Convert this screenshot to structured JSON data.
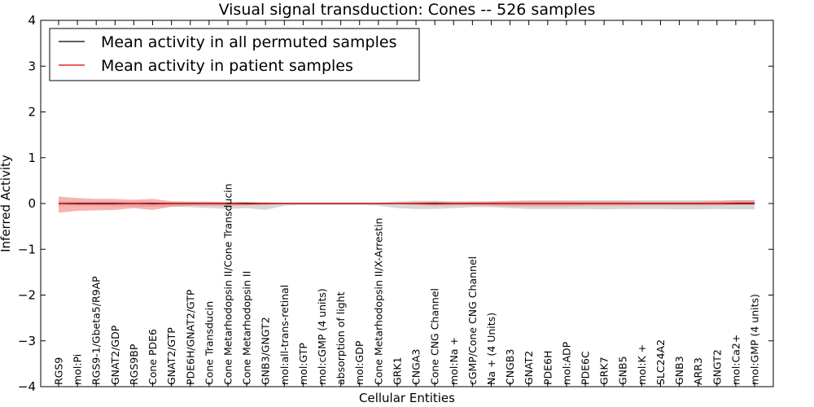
{
  "chart_data": {
    "type": "line",
    "title": "Visual signal transduction: Cones -- 526 samples",
    "xlabel": "Cellular Entities",
    "ylabel": "Inferred Activity",
    "ylim": [
      -4,
      4
    ],
    "yticks": [
      -4,
      -3,
      -2,
      -1,
      0,
      1,
      2,
      3,
      4
    ],
    "ytick_labels": [
      "−4",
      "−3",
      "−2",
      "−1",
      "0",
      "1",
      "2",
      "3",
      "4"
    ],
    "grid": false,
    "legend_position": "top-left",
    "categories": [
      "RGS9",
      "mol:Pi",
      "RGS9-1/Gbeta5/R9AP",
      "GNAT2/GDP",
      "RGS9BP",
      "Cone PDE6",
      "GNAT2/GTP",
      "PDE6H/GNAT2/GTP",
      "Cone Transducin",
      "Cone Metarhodopsin II/Cone Transducin",
      "Cone Metarhodopsin II",
      "GNB3/GNGT2",
      "mol:all-trans-retinal",
      "mol:GTP",
      "mol:cGMP (4 units)",
      "absorption of light",
      "mol:GDP",
      "Cone Metarhodopsin II/X-Arrestin",
      "GRK1",
      "CNGA3",
      "Cone CNG Channel",
      "mol:Na +",
      "cGMP/Cone CNG Channel",
      "Na + (4 Units)",
      "CNGB3",
      "GNAT2",
      "PDE6H",
      "mol:ADP",
      "PDE6C",
      "GRK7",
      "GNB5",
      "mol:K +",
      "SLC24A2",
      "GNB3",
      "ARR3",
      "GNGT2",
      "mol:Ca2+",
      "mol:GMP (4 units)"
    ],
    "series": [
      {
        "name": "Mean activity in all permuted samples",
        "color": "#000000",
        "band_color": "#b0b0b0",
        "values": [
          0.0,
          0.0,
          0.0,
          0.0,
          0.0,
          0.0,
          0.0,
          0.0,
          0.0,
          0.0,
          0.0,
          0.0,
          0.0,
          0.0,
          0.0,
          0.0,
          0.0,
          0.0,
          0.0,
          0.0,
          0.0,
          0.0,
          0.0,
          0.0,
          0.0,
          0.0,
          0.0,
          0.0,
          0.0,
          0.0,
          0.0,
          0.0,
          0.0,
          0.0,
          0.0,
          0.0,
          0.0,
          0.0
        ],
        "upper": [
          0.05,
          0.04,
          0.04,
          0.04,
          0.04,
          0.04,
          0.03,
          0.03,
          0.03,
          0.03,
          0.03,
          0.03,
          0.02,
          0.02,
          0.02,
          0.02,
          0.02,
          0.02,
          0.05,
          0.06,
          0.06,
          0.05,
          0.05,
          0.05,
          0.06,
          0.07,
          0.07,
          0.07,
          0.07,
          0.07,
          0.07,
          0.07,
          0.07,
          0.07,
          0.07,
          0.07,
          0.07,
          0.07
        ],
        "lower": [
          -0.05,
          -0.05,
          -0.05,
          -0.06,
          -0.07,
          -0.07,
          -0.07,
          -0.08,
          -0.1,
          -0.12,
          -0.1,
          -0.14,
          -0.05,
          -0.03,
          -0.03,
          -0.03,
          -0.03,
          -0.05,
          -0.1,
          -0.12,
          -0.12,
          -0.1,
          -0.08,
          -0.08,
          -0.1,
          -0.12,
          -0.12,
          -0.12,
          -0.12,
          -0.13,
          -0.12,
          -0.12,
          -0.12,
          -0.13,
          -0.13,
          -0.12,
          -0.13,
          -0.13
        ]
      },
      {
        "name": "Mean activity in patient samples",
        "color": "#dd0000",
        "band_color": "#ee8080",
        "values": [
          0.0,
          -0.01,
          -0.01,
          -0.01,
          0.0,
          -0.01,
          0.0,
          0.0,
          0.0,
          0.0,
          -0.01,
          0.0,
          0.0,
          0.0,
          0.0,
          0.0,
          0.0,
          0.0,
          0.0,
          0.0,
          -0.01,
          0.0,
          0.0,
          0.0,
          0.0,
          0.0,
          0.0,
          0.0,
          0.0,
          0.0,
          0.0,
          0.0,
          0.0,
          0.0,
          0.0,
          0.0,
          0.01,
          0.01
        ],
        "upper": [
          0.15,
          0.12,
          0.1,
          0.1,
          0.08,
          0.1,
          0.05,
          0.04,
          0.04,
          0.03,
          0.03,
          0.02,
          0.01,
          0.01,
          0.01,
          0.01,
          0.01,
          0.01,
          0.01,
          0.03,
          0.04,
          0.03,
          0.03,
          0.04,
          0.05,
          0.05,
          0.05,
          0.05,
          0.05,
          0.05,
          0.05,
          0.04,
          0.04,
          0.04,
          0.04,
          0.05,
          0.07,
          0.07
        ],
        "lower": [
          -0.2,
          -0.16,
          -0.15,
          -0.14,
          -0.1,
          -0.14,
          -0.07,
          -0.05,
          -0.05,
          -0.05,
          -0.04,
          -0.03,
          -0.01,
          -0.01,
          -0.01,
          -0.01,
          -0.01,
          -0.01,
          -0.01,
          -0.03,
          -0.05,
          -0.04,
          -0.04,
          -0.05,
          -0.06,
          -0.06,
          -0.06,
          -0.06,
          -0.05,
          -0.05,
          -0.05,
          -0.04,
          -0.04,
          -0.04,
          -0.04,
          -0.04,
          -0.03,
          -0.03
        ]
      }
    ]
  }
}
